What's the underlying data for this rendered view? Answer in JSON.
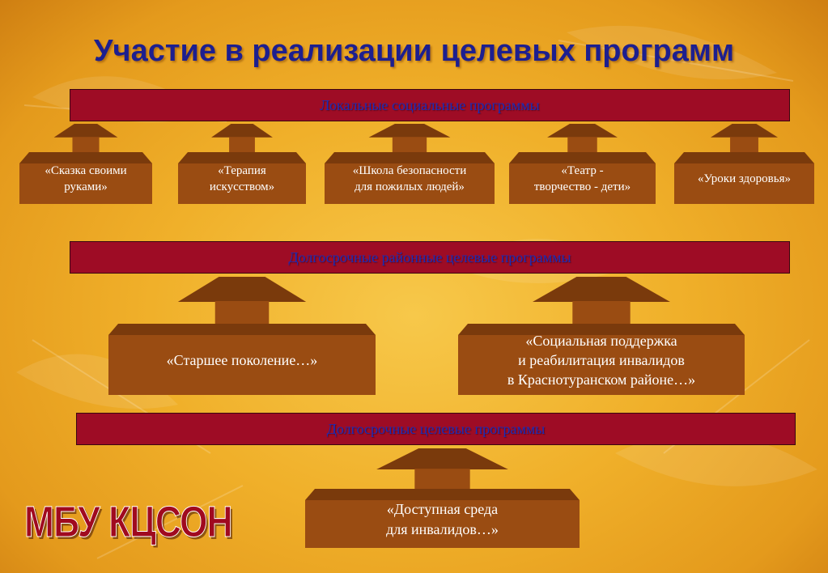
{
  "slide": {
    "title": "Участие в реализации целевых программ",
    "footer_logo": "МБУ КЦСОН"
  },
  "colors": {
    "banner_fill": "#9e0c25",
    "banner_text": "#1a2cb8",
    "box_fill": "#9a4c12",
    "box_roof": "#7a3a0c",
    "title_text": "#1d1f8f",
    "logo_text": "#a00a1f"
  },
  "sections": [
    {
      "heading": "Локальные социальные программы",
      "programs": [
        "«Сказка своими\nруками»",
        "«Терапия\nискусством»",
        "«Школа безопасности\nдля пожилых людей»",
        "«Театр -\nтворчество - дети»",
        "«Уроки здоровья»"
      ]
    },
    {
      "heading": "Долгосрочные районные целевые программы",
      "programs": [
        "«Старшее поколение…»",
        "«Социальная поддержка\nи реабилитация инвалидов\nв Краснотуранском районе…»"
      ]
    },
    {
      "heading": "Долгосрочные целевые программы",
      "programs": [
        "«Доступная среда\nдля инвалидов…»"
      ]
    }
  ]
}
